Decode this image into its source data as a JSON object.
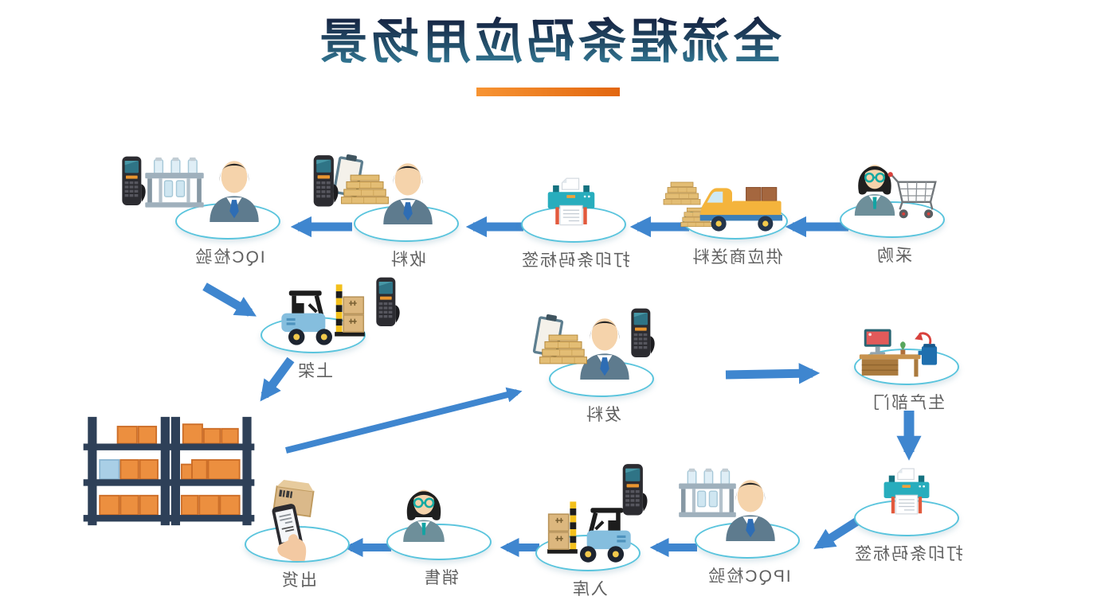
{
  "title": {
    "text": "全流程条码应用场景"
  },
  "presentation": {
    "mirrored": true,
    "underline_color": "#ee7d1d"
  },
  "colors": {
    "arrow": "#3f86cf",
    "ellipse_border": "#59c4dd",
    "label": "#606060",
    "title_gradient_top": "#141f3e",
    "title_gradient_bottom": "#35809d"
  },
  "nodes": [
    {
      "id": "procurement",
      "label": "采购",
      "icons": [
        "business-woman-icon",
        "shopping-cart-icon"
      ]
    },
    {
      "id": "supplier-delivery",
      "label": "供应商送料",
      "icons": [
        "delivery-truck-icon",
        "pallet-stack-icon"
      ]
    },
    {
      "id": "print-barcode-label-1",
      "label": "打印条码标签",
      "icons": [
        "barcode-printer-icon"
      ]
    },
    {
      "id": "receive-material",
      "label": "收料",
      "icons": [
        "worker-icon",
        "clipboard-icon",
        "pallet-stack-icon",
        "handheld-scanner-icon"
      ]
    },
    {
      "id": "iqc-inspection",
      "label": "IQC检验",
      "icons": [
        "worker-icon",
        "test-tube-rack-icon",
        "handheld-scanner-icon"
      ]
    },
    {
      "id": "shelving",
      "label": "上架",
      "icons": [
        "forklift-icon",
        "handheld-scanner-icon"
      ]
    },
    {
      "id": "warehouse-rack",
      "label": "",
      "icons": [
        "warehouse-rack-icon"
      ]
    },
    {
      "id": "issue-material",
      "label": "发料",
      "icons": [
        "worker-icon",
        "clipboard-icon",
        "pallet-stack-icon",
        "handheld-scanner-icon"
      ]
    },
    {
      "id": "production-dept",
      "label": "生产部门",
      "icons": [
        "office-desk-icon"
      ]
    },
    {
      "id": "print-barcode-label-2",
      "label": "打印条码标签",
      "icons": [
        "barcode-printer-icon"
      ]
    },
    {
      "id": "ipqc-inspection",
      "label": "IPQC检验",
      "icons": [
        "worker-icon",
        "test-tube-rack-icon"
      ]
    },
    {
      "id": "warehouse-in",
      "label": "入库",
      "icons": [
        "forklift-icon",
        "handheld-scanner-icon"
      ]
    },
    {
      "id": "sales",
      "label": "销售",
      "icons": [
        "business-woman-icon"
      ]
    },
    {
      "id": "shipment",
      "label": "出货",
      "icons": [
        "hand-scanner-phone-icon",
        "carton-box-icon"
      ]
    }
  ],
  "connections": [
    [
      "procurement",
      "supplier-delivery"
    ],
    [
      "supplier-delivery",
      "print-barcode-label-1"
    ],
    [
      "print-barcode-label-1",
      "receive-material"
    ],
    [
      "receive-material",
      "iqc-inspection"
    ],
    [
      "iqc-inspection",
      "shelving"
    ],
    [
      "shelving",
      "warehouse-rack"
    ],
    [
      "warehouse-rack",
      "issue-material"
    ],
    [
      "issue-material",
      "production-dept"
    ],
    [
      "production-dept",
      "print-barcode-label-2"
    ],
    [
      "print-barcode-label-2",
      "ipqc-inspection"
    ],
    [
      "ipqc-inspection",
      "warehouse-in"
    ],
    [
      "warehouse-in",
      "sales"
    ],
    [
      "sales",
      "shipment"
    ]
  ]
}
